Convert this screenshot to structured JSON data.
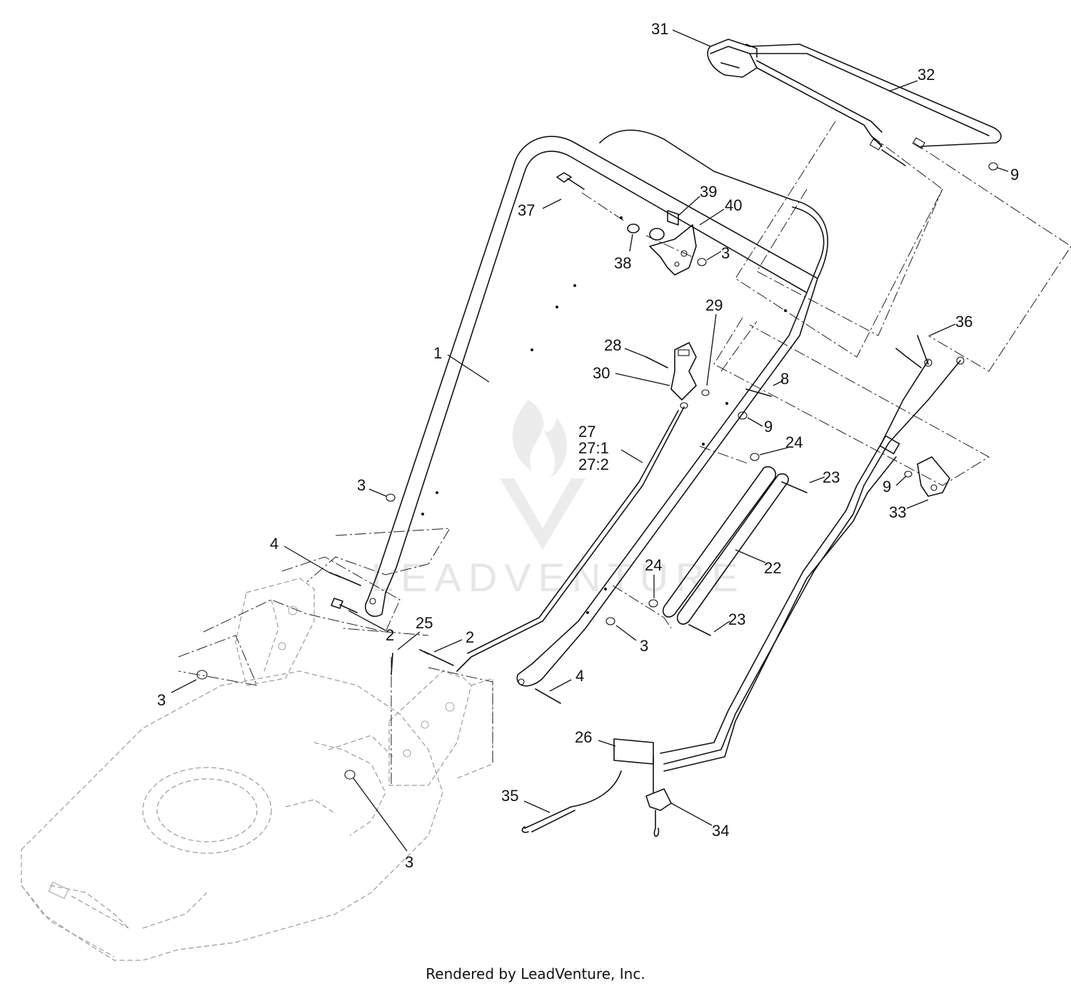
{
  "callouts": [
    {
      "id": "c31",
      "label": "31"
    },
    {
      "id": "c32",
      "label": "32"
    },
    {
      "id": "c9a",
      "label": "9"
    },
    {
      "id": "c37",
      "label": "37"
    },
    {
      "id": "c39",
      "label": "39"
    },
    {
      "id": "c40",
      "label": "40"
    },
    {
      "id": "c38",
      "label": "38"
    },
    {
      "id": "c3a",
      "label": "3"
    },
    {
      "id": "c29",
      "label": "29"
    },
    {
      "id": "c36",
      "label": "36"
    },
    {
      "id": "c28",
      "label": "28"
    },
    {
      "id": "c1",
      "label": "1"
    },
    {
      "id": "c30",
      "label": "30"
    },
    {
      "id": "c8",
      "label": "8"
    },
    {
      "id": "c27",
      "label": "27"
    },
    {
      "id": "c27_1",
      "label": "27:1"
    },
    {
      "id": "c27_2",
      "label": "27:2"
    },
    {
      "id": "c9b",
      "label": "9"
    },
    {
      "id": "c24a",
      "label": "24"
    },
    {
      "id": "c23a",
      "label": "23"
    },
    {
      "id": "c9c",
      "label": "9"
    },
    {
      "id": "c33",
      "label": "33"
    },
    {
      "id": "c3b",
      "label": "3"
    },
    {
      "id": "c4a",
      "label": "4"
    },
    {
      "id": "c22",
      "label": "22"
    },
    {
      "id": "c24b",
      "label": "24"
    },
    {
      "id": "c2a",
      "label": "2"
    },
    {
      "id": "c25",
      "label": "25"
    },
    {
      "id": "c2b",
      "label": "2"
    },
    {
      "id": "c23b",
      "label": "23"
    },
    {
      "id": "c3c",
      "label": "3"
    },
    {
      "id": "c3d",
      "label": "3"
    },
    {
      "id": "c4b",
      "label": "4"
    },
    {
      "id": "c26",
      "label": "26"
    },
    {
      "id": "c35",
      "label": "35"
    },
    {
      "id": "c34",
      "label": "34"
    },
    {
      "id": "c3e",
      "label": "3"
    }
  ],
  "watermark": "LEADVENTURE",
  "footer": "Rendered by LeadVenture, Inc."
}
